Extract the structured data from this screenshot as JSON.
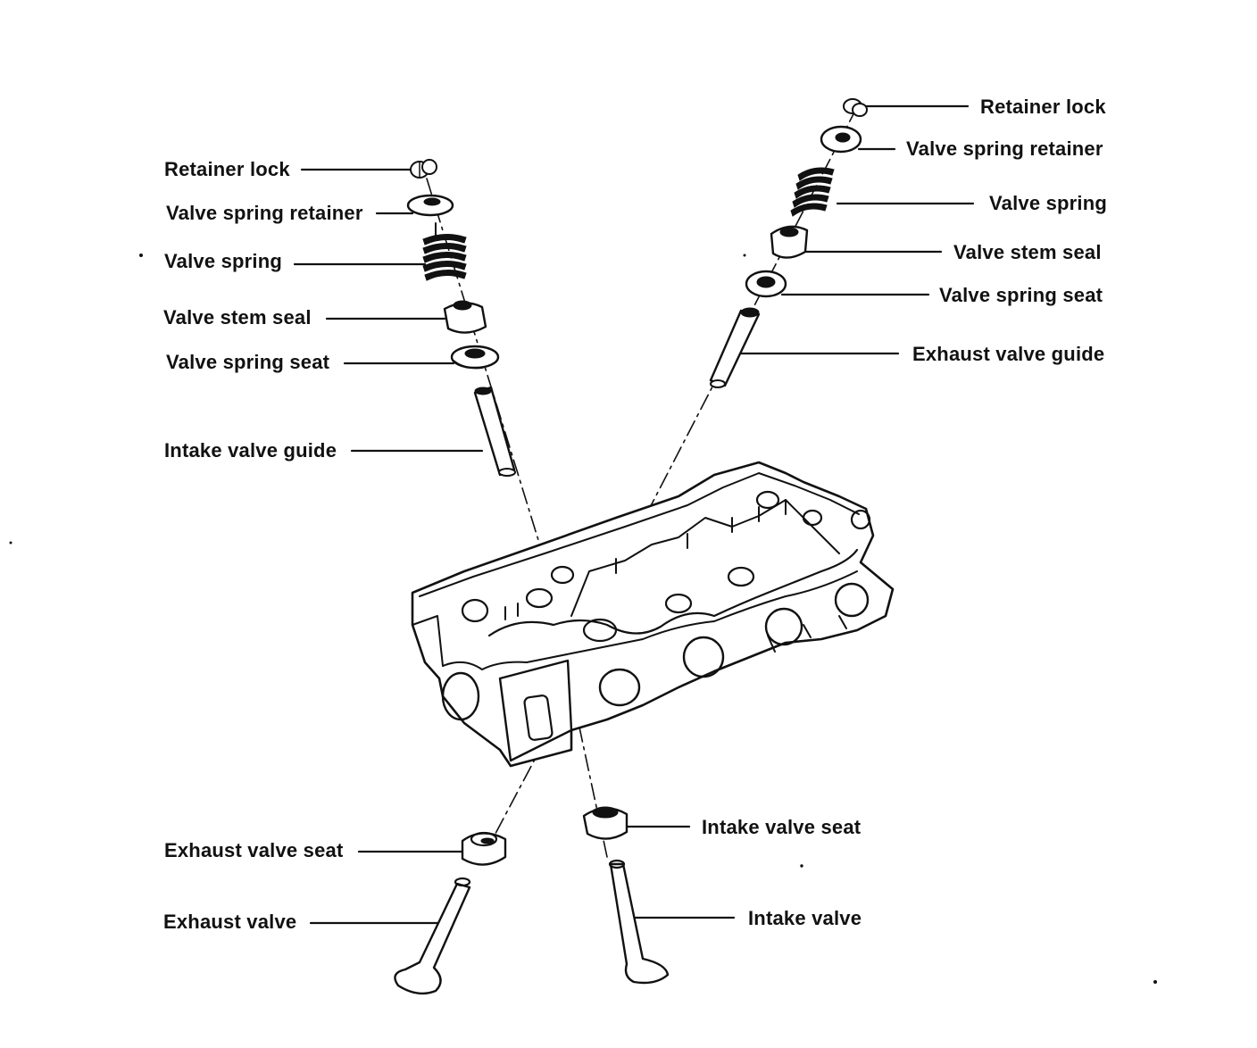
{
  "intake_side": {
    "retainer_lock": "Retainer lock",
    "valve_spring_retainer": "Valve spring retainer",
    "valve_spring": "Valve spring",
    "valve_stem_seal": "Valve stem seal",
    "valve_spring_seat": "Valve spring seat",
    "valve_guide": "Intake valve guide"
  },
  "exhaust_side": {
    "retainer_lock": "Retainer lock",
    "valve_spring_retainer": "Valve spring retainer",
    "valve_spring": "Valve spring",
    "valve_stem_seal": "Valve stem seal",
    "valve_spring_seat": "Valve spring seat",
    "valve_guide": "Exhaust valve guide"
  },
  "lower": {
    "exhaust_valve_seat": "Exhaust valve seat",
    "exhaust_valve": "Exhaust valve",
    "intake_valve_seat": "Intake valve seat",
    "intake_valve": "Intake valve"
  }
}
